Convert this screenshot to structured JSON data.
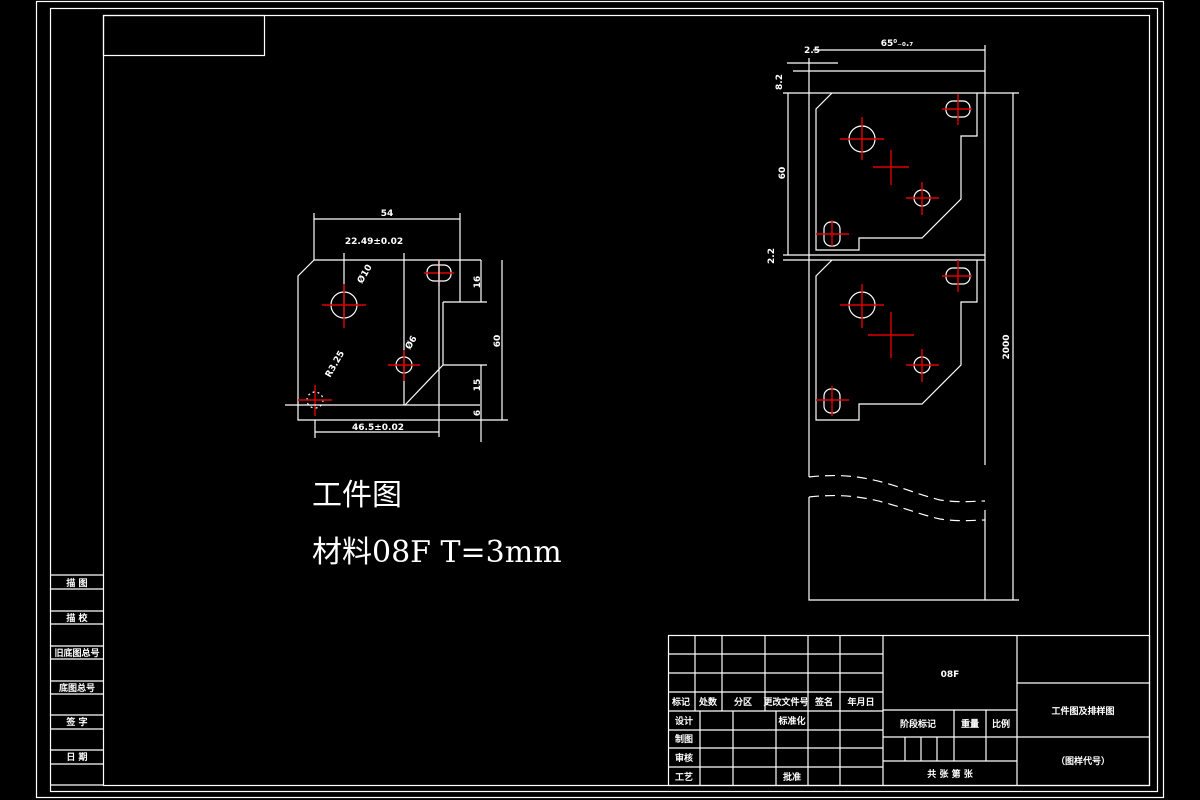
{
  "drawing": {
    "type": "CAD drawing (workpiece and strip layout)",
    "workpiece_title": "工件图",
    "material_line": "材料08F   T=3mm",
    "workpiece_dims": {
      "width_54": "54",
      "dim_22_49": "22.49±0.02",
      "dia_10": "Ø10",
      "dia_6": "Ø6",
      "r_3_25": "R3.25",
      "dim_46_5": "46.5±0.02",
      "dim_16": "16",
      "dim_60": "60",
      "dim_15": "15",
      "dim_6": "6"
    },
    "strip_dims": {
      "width_65": "65⁰₋₀.₇",
      "dim_2_5": "2.5",
      "dim_8_2_top": "8.2",
      "dim_60": "60",
      "dim_2_2": "2.2",
      "dim_200": "2000"
    }
  },
  "side_panel": {
    "rows": [
      "描  图",
      "描  校",
      "旧底图总号",
      "底图总号",
      "签  字",
      "日  期"
    ]
  },
  "title_block": {
    "headers": [
      "标记",
      "处数",
      "分区",
      "更改文件号",
      "签名",
      "年月日"
    ],
    "left_labels": [
      "设计",
      "制图",
      "审核",
      "工艺"
    ],
    "standardization": "标准化",
    "approve": "批准",
    "material": "08F",
    "stage_mark": "阶段标记",
    "weight": "重量",
    "scale": "比例",
    "sheets": "共  张  第  张",
    "drawing_name": "工件图及排样图",
    "drawing_code": "（图样代号）"
  }
}
